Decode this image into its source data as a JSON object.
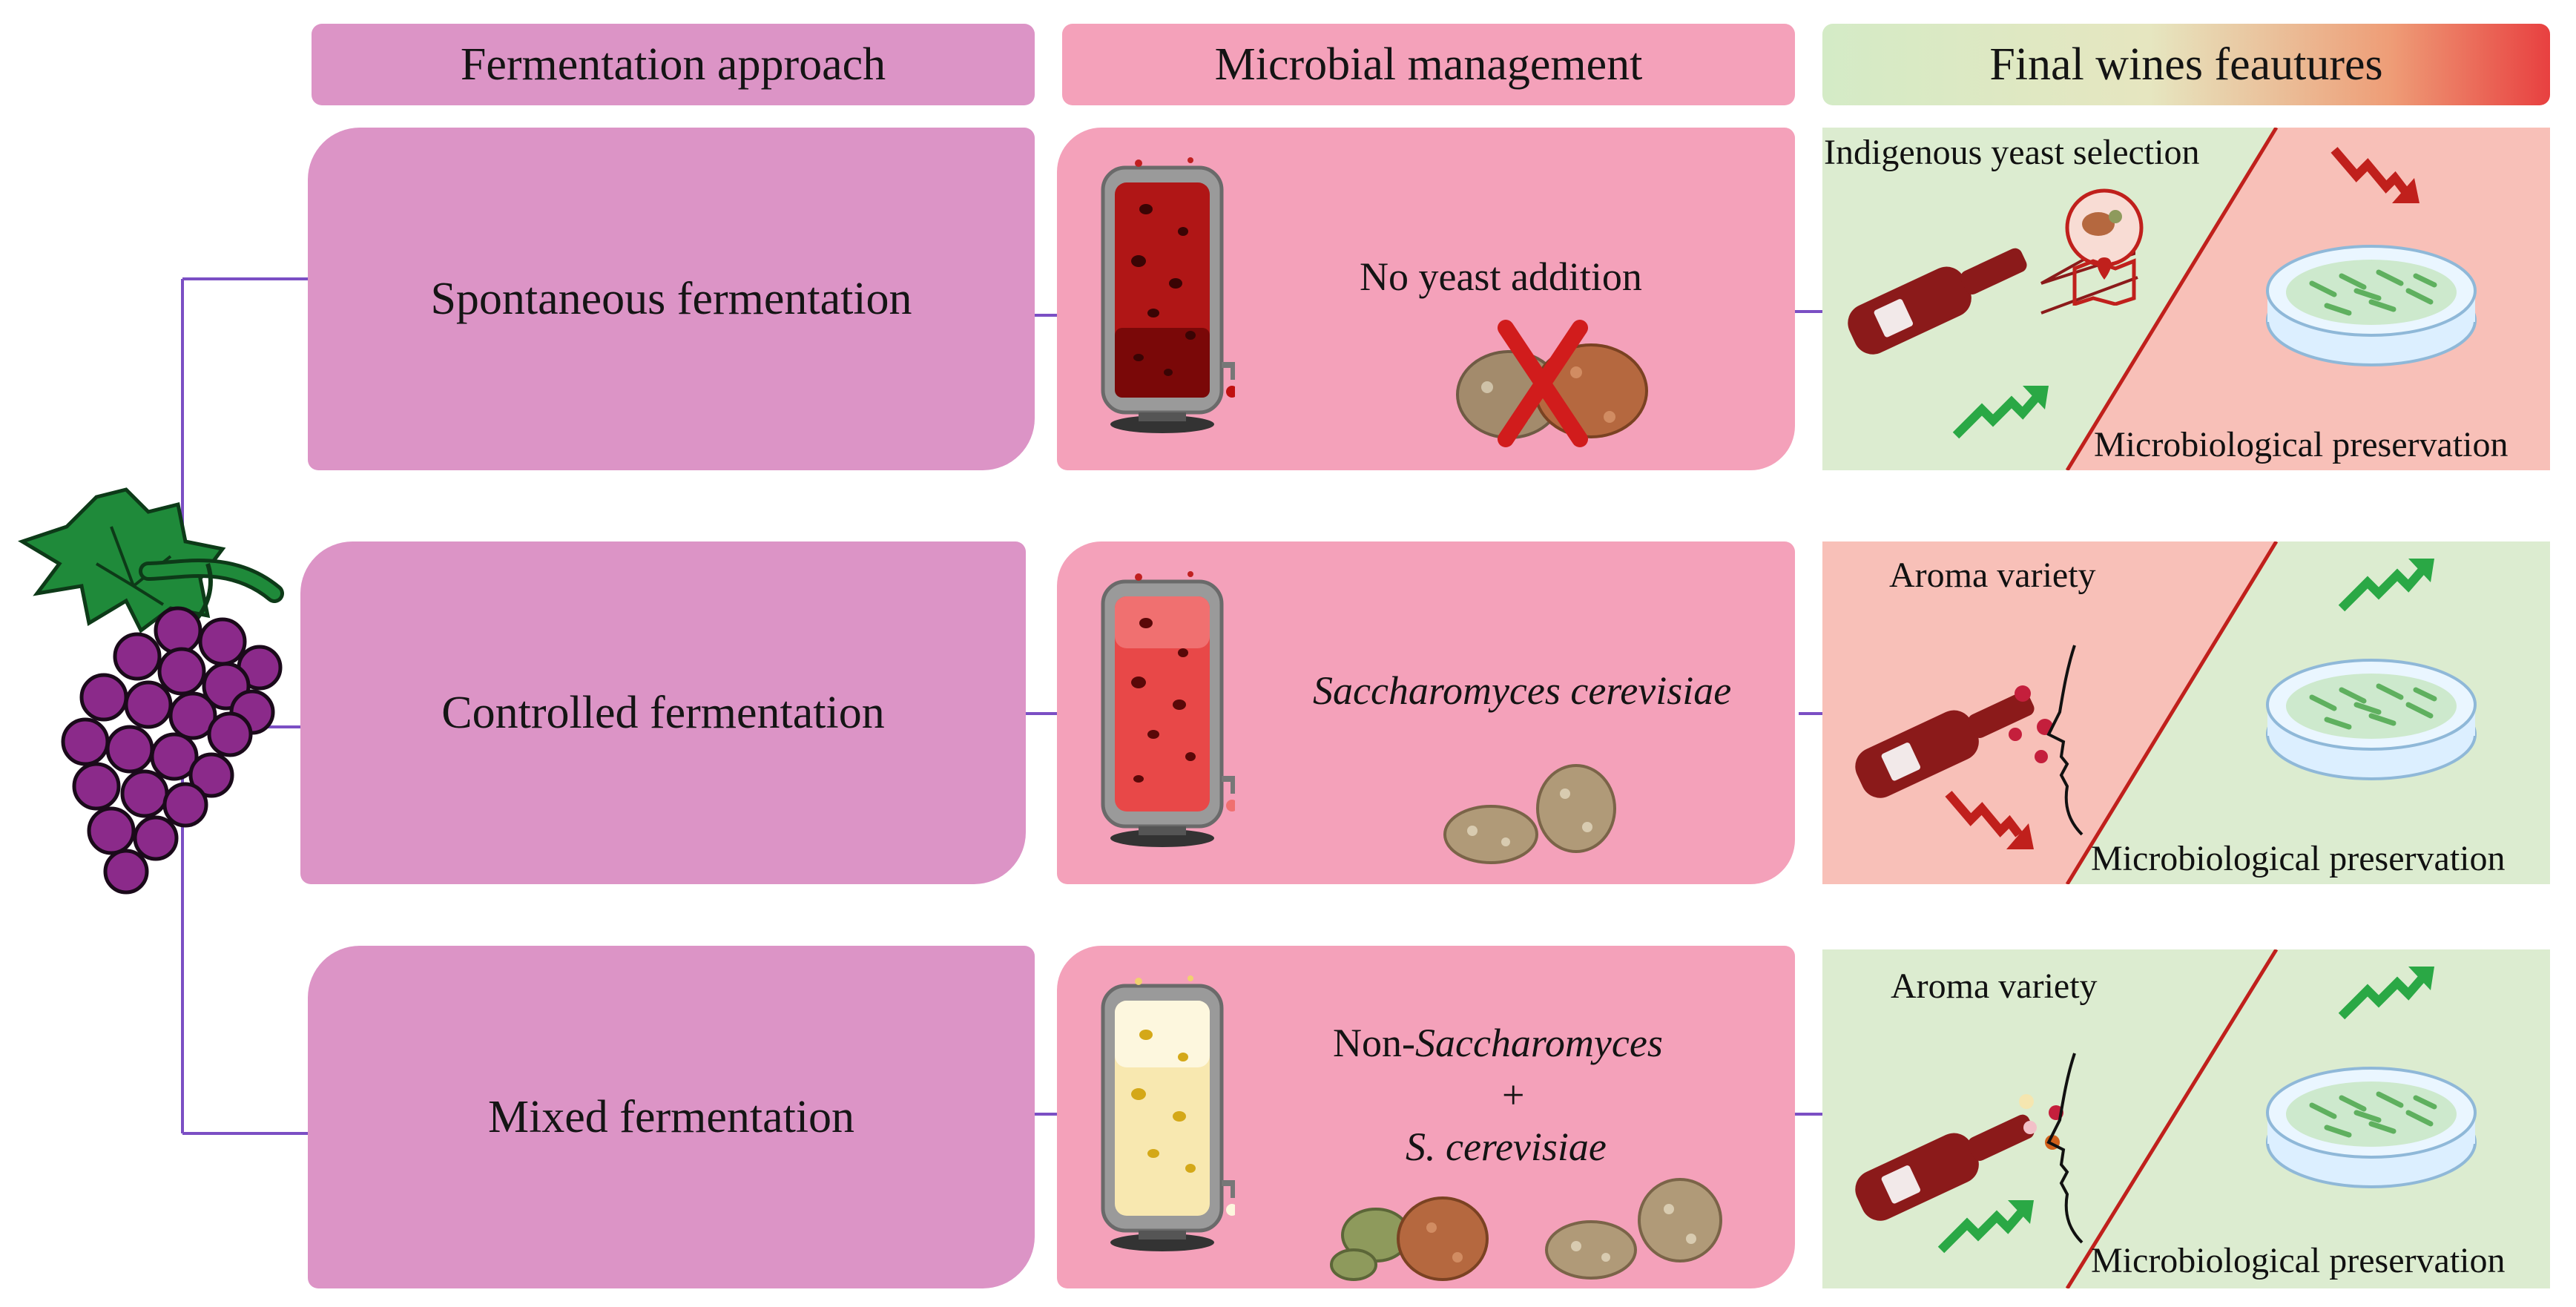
{
  "headers": {
    "approach": "Fermentation approach",
    "management": "Microbial management",
    "features": "Final wines feautures"
  },
  "rows": [
    {
      "approach": "Spontaneous fermentation",
      "management_label": "No yeast addition",
      "feature_top": "Indigenous yeast selection",
      "feature_bottom": "Microbiological preservation"
    },
    {
      "approach": "Controlled fermentation",
      "management_label": "Saccharomyces cerevisiae",
      "feature_top": "Aroma variety",
      "feature_bottom": "Microbiological preservation"
    },
    {
      "approach": "Mixed fermentation",
      "management_line1_prefix": "Non-",
      "management_line1_italic": "Saccharomyces",
      "management_plus": "+",
      "management_line3": "S. cerevisiae",
      "feature_top": "Aroma variety",
      "feature_bottom": "Microbiological preservation"
    }
  ],
  "colors": {
    "approach_fill": "#dc94c6",
    "management_fill": "#f4a1ba",
    "feature_green": "#dcecd0",
    "feature_red": "#f8c0b8",
    "connector": "#7b4fc4",
    "wine_red": "#8b1a1a",
    "arrow_up": "#2aa845",
    "arrow_down": "#c0201c",
    "grape_purple": "#8b2a8a",
    "leaf_green": "#1f8a3a"
  },
  "icons": [
    "grape-cluster-icon",
    "fermentation-tank-icon",
    "yeast-cell-icon",
    "cross-mark-icon",
    "wine-bottle-icon",
    "location-map-icon",
    "petri-dish-icon",
    "face-profile-icon",
    "trend-up-icon",
    "trend-down-icon"
  ]
}
